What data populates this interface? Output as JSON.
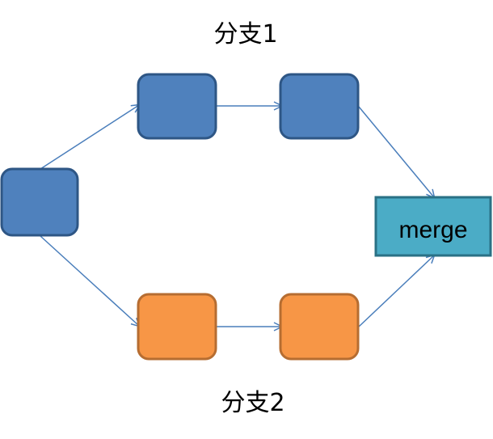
{
  "labels": {
    "branch1": "分支1",
    "branch2": "分支2",
    "merge": "merge"
  },
  "colors": {
    "blue_fill": "#4f81bd",
    "blue_stroke": "#2e5685",
    "orange_fill": "#f79646",
    "orange_stroke": "#b66d31",
    "merge_fill": "#4bacc6",
    "merge_stroke": "#2a7185",
    "arrow": "#4a7ebb"
  }
}
